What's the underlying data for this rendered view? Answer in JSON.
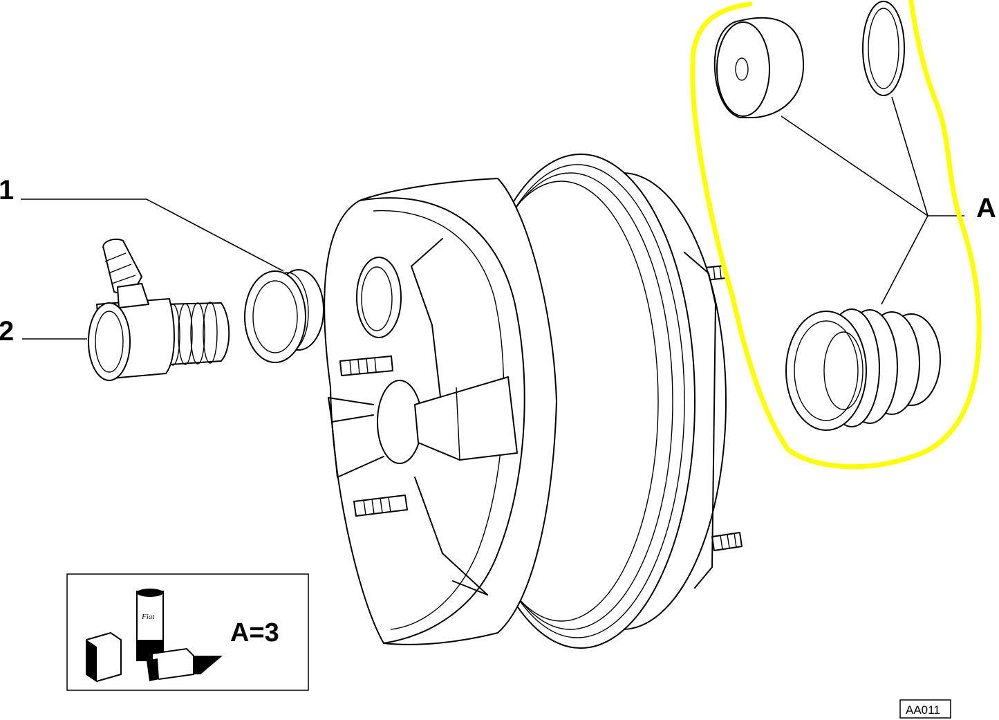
{
  "callouts": {
    "part_1": "1",
    "part_2": "2",
    "kit_a": "A"
  },
  "legend": {
    "quantity": "A=3",
    "product_brand": "Fiat"
  },
  "drawing_code": "AA011",
  "highlight_color": "#ffff00"
}
